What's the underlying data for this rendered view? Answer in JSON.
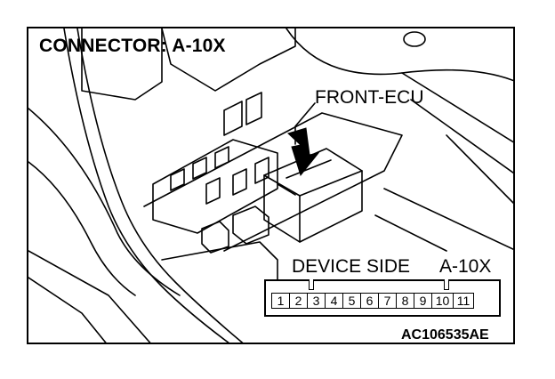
{
  "title": "CONNECTOR: A-10X",
  "callout_label": "FRONT-ECU",
  "device_side_label": "DEVICE SIDE",
  "device_code": "A-10X",
  "pins": [
    "1",
    "2",
    "3",
    "4",
    "5",
    "6",
    "7",
    "8",
    "9",
    "10",
    "11"
  ],
  "figure_id": "AC106535AE"
}
